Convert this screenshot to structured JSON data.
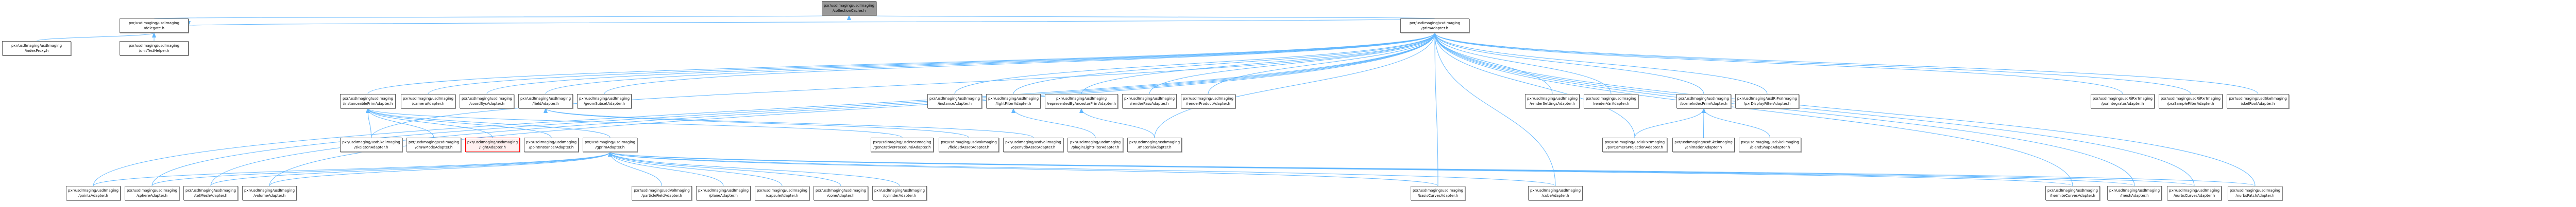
{
  "graph": {
    "title": "Include dependency graph for collectionCache.h",
    "edge_color": "#63b8ff",
    "root_fill": "#999999",
    "highlight_fill": "#fff0f0",
    "highlight_border": "#ff0000",
    "nodes": [
      {
        "id": "collectionCache",
        "line1": "pxr/usdImaging/usdImaging",
        "line2": "/collectionCache.h",
        "kind": "root"
      },
      {
        "id": "delegate",
        "line1": "pxr/usdImaging/usdImaging",
        "line2": "/delegate.h"
      },
      {
        "id": "primAdapter",
        "line1": "pxr/usdImaging/usdImaging",
        "line2": "/primAdapter.h"
      },
      {
        "id": "indexProxy",
        "line1": "pxr/usdImaging/usdImaging",
        "line2": "/indexProxy.h"
      },
      {
        "id": "unitTestHelper",
        "line1": "pxr/usdImaging/usdImaging",
        "line2": "/unitTestHelper.h"
      },
      {
        "id": "instanceablePrimAdapter",
        "line1": "pxr/usdImaging/usdImaging",
        "line2": "/instanceablePrimAdapter.h"
      },
      {
        "id": "cameraAdapter",
        "line1": "pxr/usdImaging/usdImaging",
        "line2": "/cameraAdapter.h"
      },
      {
        "id": "coordSysAdapter",
        "line1": "pxr/usdImaging/usdImaging",
        "line2": "/coordSysAdapter.h"
      },
      {
        "id": "fieldAdapter",
        "line1": "pxr/usdImaging/usdImaging",
        "line2": "/fieldAdapter.h"
      },
      {
        "id": "geomSubsetAdapter",
        "line1": "pxr/usdImaging/usdImaging",
        "line2": "/geomSubsetAdapter.h"
      },
      {
        "id": "instanceAdapter",
        "line1": "pxr/usdImaging/usdImaging",
        "line2": "/instanceAdapter.h"
      },
      {
        "id": "lightFilterAdapter",
        "line1": "pxr/usdImaging/usdImaging",
        "line2": "/lightFilterAdapter.h"
      },
      {
        "id": "representedByAncestorPrimAdapter",
        "line1": "pxr/usdImaging/usdImaging",
        "line2": "/representedByAncestorPrimAdapter.h"
      },
      {
        "id": "renderPassAdapter",
        "line1": "pxr/usdImaging/usdImaging",
        "line2": "/renderPassAdapter.h"
      },
      {
        "id": "renderProductAdapter",
        "line1": "pxr/usdImaging/usdImaging",
        "line2": "/renderProductAdapter.h"
      },
      {
        "id": "renderSettingsAdapter",
        "line1": "pxr/usdImaging/usdImaging",
        "line2": "/renderSettingsAdapter.h"
      },
      {
        "id": "renderVarAdapter",
        "line1": "pxr/usdImaging/usdImaging",
        "line2": "/renderVarAdapter.h"
      },
      {
        "id": "sceneIndexPrimAdapter",
        "line1": "pxr/usdImaging/usdImaging",
        "line2": "/sceneIndexPrimAdapter.h"
      },
      {
        "id": "pxrDisplayFilterAdapter",
        "line1": "pxr/usdImaging/usdRiPxrImaging",
        "line2": "/pxrDisplayFilterAdapter.h"
      },
      {
        "id": "pxrIntegratorAdapter",
        "line1": "pxr/usdImaging/usdRiPxrImaging",
        "line2": "/pxrIntegratorAdapter.h"
      },
      {
        "id": "pxrSampleFilterAdapter",
        "line1": "pxr/usdImaging/usdRiPxrImaging",
        "line2": "/pxrSampleFilterAdapter.h"
      },
      {
        "id": "skelRootAdapter",
        "line1": "pxr/usdImaging/usdSkelImaging",
        "line2": "/skelRootAdapter.h"
      },
      {
        "id": "skeletonAdapter",
        "line1": "pxr/usdImaging/usdSkelImaging",
        "line2": "/skeletonAdapter.h"
      },
      {
        "id": "drawModeAdapter",
        "line1": "pxr/usdImaging/usdImaging",
        "line2": "/drawModeAdapter.h"
      },
      {
        "id": "lightAdapter",
        "line1": "pxr/usdImaging/usdImaging",
        "line2": "/lightAdapter.h",
        "kind": "highlight"
      },
      {
        "id": "pointInstancerAdapter",
        "line1": "pxr/usdImaging/usdImaging",
        "line2": "/pointInstancerAdapter.h"
      },
      {
        "id": "gprimAdapter",
        "line1": "pxr/usdImaging/usdImaging",
        "line2": "/gprimAdapter.h"
      },
      {
        "id": "generativeProceduralAdapter",
        "line1": "pxr/usdImaging/usdProcImaging",
        "line2": "/generativeProceduralAdapter.h"
      },
      {
        "id": "field3dAssetAdapter",
        "line1": "pxr/usdImaging/usdVolImaging",
        "line2": "/field3dAssetAdapter.h"
      },
      {
        "id": "openvdbAssetAdapter",
        "line1": "pxr/usdImaging/usdVolImaging",
        "line2": "/openvdbAssetAdapter.h"
      },
      {
        "id": "pluginLightFilterAdapter",
        "line1": "pxr/usdImaging/usdImaging",
        "line2": "/pluginLightFilterAdapter.h"
      },
      {
        "id": "materialAdapter",
        "line1": "pxr/usdImaging/usdImaging",
        "line2": "/materialAdapter.h"
      },
      {
        "id": "pxrCameraProjectionAdapter",
        "line1": "pxr/usdImaging/usdRiPxrImaging",
        "line2": "/pxrCameraProjectionAdapter.h"
      },
      {
        "id": "animationAdapter",
        "line1": "pxr/usdImaging/usdSkelImaging",
        "line2": "/animationAdapter.h"
      },
      {
        "id": "blendShapeAdapter",
        "line1": "pxr/usdImaging/usdSkelImaging",
        "line2": "/blendShapeAdapter.h"
      },
      {
        "id": "pointsAdapter",
        "line1": "pxr/usdImaging/usdImaging",
        "line2": "/pointsAdapter.h"
      },
      {
        "id": "sphereAdapter",
        "line1": "pxr/usdImaging/usdImaging",
        "line2": "/sphereAdapter.h"
      },
      {
        "id": "tetMeshAdapter",
        "line1": "pxr/usdImaging/usdImaging",
        "line2": "/tetMeshAdapter.h"
      },
      {
        "id": "volumeAdapter",
        "line1": "pxr/usdImaging/usdImaging",
        "line2": "/volumeAdapter.h"
      },
      {
        "id": "particleFieldAdapter",
        "line1": "pxr/usdImaging/usdVolImaging",
        "line2": "/particleFieldAdapter.h"
      },
      {
        "id": "planeAdapter",
        "line1": "pxr/usdImaging/usdImaging",
        "line2": "/planeAdapter.h"
      },
      {
        "id": "capsuleAdapter",
        "line1": "pxr/usdImaging/usdImaging",
        "line2": "/capsuleAdapter.h"
      },
      {
        "id": "coneAdapter",
        "line1": "pxr/usdImaging/usdImaging",
        "line2": "/coneAdapter.h"
      },
      {
        "id": "cylinderAdapter",
        "line1": "pxr/usdImaging/usdImaging",
        "line2": "/cylinderAdapter.h"
      },
      {
        "id": "basisCurvesAdapter",
        "line1": "pxr/usdImaging/usdImaging",
        "line2": "/basisCurvesAdapter.h"
      },
      {
        "id": "cubeAdapter",
        "line1": "pxr/usdImaging/usdImaging",
        "line2": "/cubeAdapter.h"
      },
      {
        "id": "hermiteCurvesAdapter",
        "line1": "pxr/usdImaging/usdImaging",
        "line2": "/hermiteCurvesAdapter.h"
      },
      {
        "id": "meshAdapter",
        "line1": "pxr/usdImaging/usdImaging",
        "line2": "/meshAdapter.h"
      },
      {
        "id": "nurbsCurvesAdapter",
        "line1": "pxr/usdImaging/usdImaging",
        "line2": "/nurbsCurvesAdapter.h"
      },
      {
        "id": "nurbsPatchAdapter",
        "line1": "pxr/usdImaging/usdImaging",
        "line2": "/nurbsPatchAdapter.h"
      }
    ],
    "edges": [
      [
        "delegate",
        "collectionCache"
      ],
      [
        "primAdapter",
        "collectionCache"
      ],
      [
        "indexProxy",
        "delegate"
      ],
      [
        "unitTestHelper",
        "delegate"
      ],
      [
        "primAdapter",
        "delegate"
      ],
      [
        "instanceablePrimAdapter",
        "primAdapter"
      ],
      [
        "cameraAdapter",
        "primAdapter"
      ],
      [
        "coordSysAdapter",
        "primAdapter"
      ],
      [
        "fieldAdapter",
        "primAdapter"
      ],
      [
        "geomSubsetAdapter",
        "primAdapter"
      ],
      [
        "instanceAdapter",
        "primAdapter"
      ],
      [
        "lightFilterAdapter",
        "primAdapter"
      ],
      [
        "representedByAncestorPrimAdapter",
        "primAdapter"
      ],
      [
        "renderPassAdapter",
        "primAdapter"
      ],
      [
        "renderProductAdapter",
        "primAdapter"
      ],
      [
        "renderSettingsAdapter",
        "primAdapter"
      ],
      [
        "renderVarAdapter",
        "primAdapter"
      ],
      [
        "sceneIndexPrimAdapter",
        "primAdapter"
      ],
      [
        "pxrDisplayFilterAdapter",
        "primAdapter"
      ],
      [
        "pxrIntegratorAdapter",
        "primAdapter"
      ],
      [
        "pxrSampleFilterAdapter",
        "primAdapter"
      ],
      [
        "skelRootAdapter",
        "primAdapter"
      ],
      [
        "materialAdapter",
        "primAdapter"
      ],
      [
        "pxrCameraProjectionAdapter",
        "primAdapter"
      ],
      [
        "skeletonAdapter",
        "instanceablePrimAdapter"
      ],
      [
        "drawModeAdapter",
        "instanceablePrimAdapter"
      ],
      [
        "lightAdapter",
        "instanceablePrimAdapter"
      ],
      [
        "pointInstancerAdapter",
        "instanceablePrimAdapter"
      ],
      [
        "gprimAdapter",
        "instanceablePrimAdapter"
      ],
      [
        "generativeProceduralAdapter",
        "instanceablePrimAdapter"
      ],
      [
        "field3dAssetAdapter",
        "fieldAdapter"
      ],
      [
        "openvdbAssetAdapter",
        "fieldAdapter"
      ],
      [
        "pluginLightFilterAdapter",
        "lightFilterAdapter"
      ],
      [
        "materialAdapter",
        "representedByAncestorPrimAdapter"
      ],
      [
        "pxrCameraProjectionAdapter",
        "sceneIndexPrimAdapter"
      ],
      [
        "animationAdapter",
        "sceneIndexPrimAdapter"
      ],
      [
        "blendShapeAdapter",
        "sceneIndexPrimAdapter"
      ],
      [
        "pointsAdapter",
        "gprimAdapter"
      ],
      [
        "sphereAdapter",
        "gprimAdapter"
      ],
      [
        "tetMeshAdapter",
        "gprimAdapter"
      ],
      [
        "volumeAdapter",
        "gprimAdapter"
      ],
      [
        "particleFieldAdapter",
        "gprimAdapter"
      ],
      [
        "planeAdapter",
        "gprimAdapter"
      ],
      [
        "capsuleAdapter",
        "gprimAdapter"
      ],
      [
        "coneAdapter",
        "gprimAdapter"
      ],
      [
        "cylinderAdapter",
        "gprimAdapter"
      ],
      [
        "basisCurvesAdapter",
        "gprimAdapter"
      ],
      [
        "cubeAdapter",
        "gprimAdapter"
      ],
      [
        "hermiteCurvesAdapter",
        "gprimAdapter"
      ],
      [
        "meshAdapter",
        "gprimAdapter"
      ],
      [
        "nurbsCurvesAdapter",
        "gprimAdapter"
      ],
      [
        "nurbsPatchAdapter",
        "gprimAdapter"
      ],
      [
        "pointsAdapter",
        "primAdapter"
      ],
      [
        "sphereAdapter",
        "primAdapter"
      ],
      [
        "tetMeshAdapter",
        "primAdapter"
      ],
      [
        "volumeAdapter",
        "primAdapter"
      ],
      [
        "cubeAdapter",
        "primAdapter"
      ],
      [
        "hermiteCurvesAdapter",
        "primAdapter"
      ],
      [
        "meshAdapter",
        "primAdapter"
      ],
      [
        "nurbsCurvesAdapter",
        "primAdapter"
      ],
      [
        "nurbsPatchAdapter",
        "primAdapter"
      ],
      [
        "basisCurvesAdapter",
        "primAdapter"
      ],
      [
        "skeletonAdapter",
        "primAdapter"
      ]
    ]
  }
}
